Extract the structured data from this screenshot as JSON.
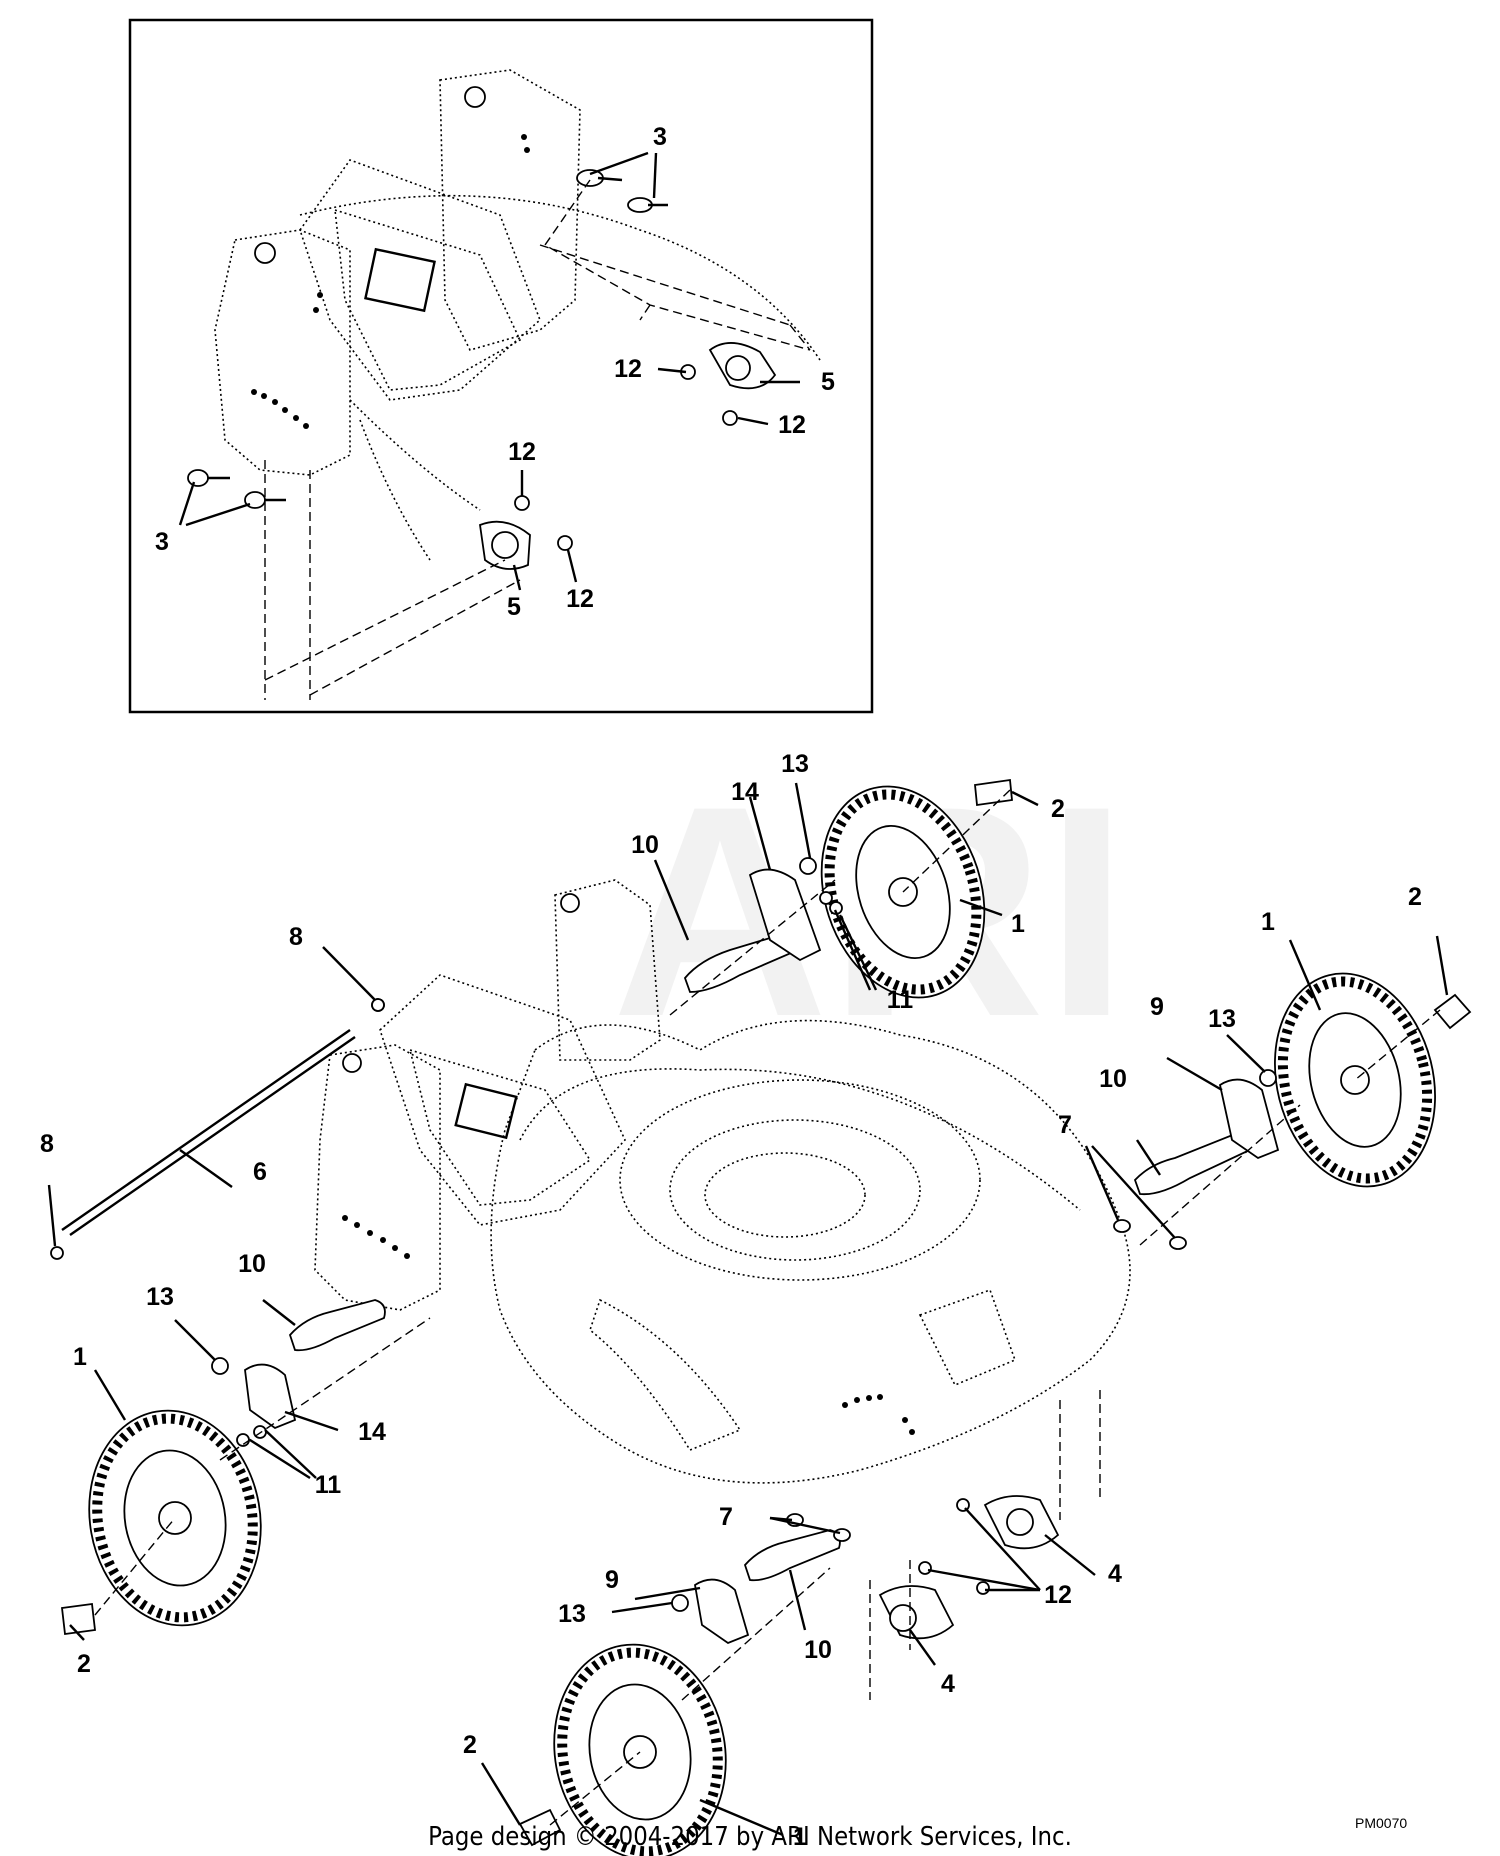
{
  "watermark": "ARI",
  "footer": {
    "copyright": "Page design © 2004-2017 by ARI Network Services, Inc.",
    "code": "PM0070"
  },
  "inset_callouts": [
    "3",
    "3",
    "12",
    "5",
    "12",
    "12",
    "5",
    "12"
  ],
  "main_callouts": [
    "13",
    "14",
    "2",
    "10",
    "1",
    "11",
    "2",
    "8",
    "1",
    "13",
    "9",
    "10",
    "7",
    "8",
    "6",
    "10",
    "13",
    "1",
    "14",
    "11",
    "7",
    "9",
    "4",
    "13",
    "12",
    "10",
    "2",
    "4",
    "2",
    "1"
  ]
}
